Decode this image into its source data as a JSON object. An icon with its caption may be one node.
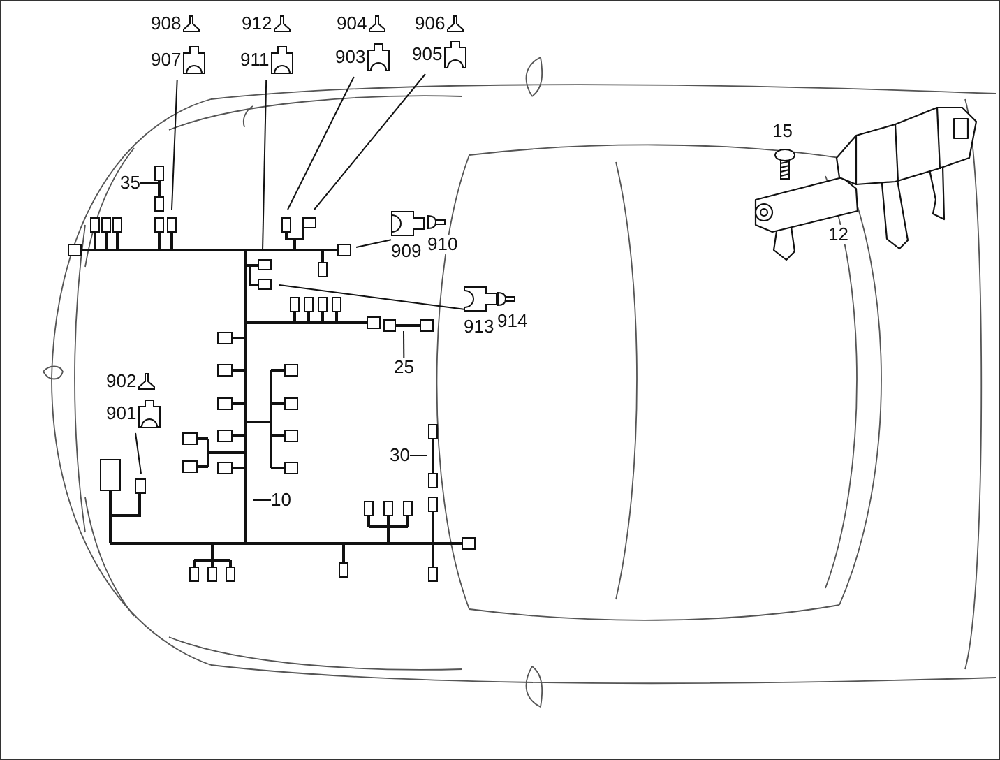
{
  "diagram": {
    "nodes": [
      {
        "text": [
          "908"
        ]
      },
      {
        "text": [
          "912"
        ]
      },
      {
        "text": [
          "904"
        ]
      },
      {
        "text": [
          "906"
        ]
      },
      {
        "text": [
          "907"
        ]
      },
      {
        "text": [
          "911"
        ]
      },
      {
        "text": [
          "903"
        ]
      },
      {
        "text": [
          "905"
        ]
      },
      {
        "text": [
          "35"
        ]
      },
      {
        "text": [
          "909"
        ]
      },
      {
        "text": [
          "910"
        ]
      },
      {
        "text": [
          "913"
        ]
      },
      {
        "text": [
          "914"
        ]
      },
      {
        "text": [
          "25"
        ]
      },
      {
        "text": [
          "902"
        ]
      },
      {
        "text": [
          "901"
        ]
      },
      {
        "text": [
          "30"
        ]
      },
      {
        "text": [
          "10"
        ]
      }
    ],
    "edges": [
      {
        "from": 4,
        "to": null,
        "arrow": "none"
      },
      {
        "from": 5,
        "to": null,
        "arrow": "none"
      },
      {
        "from": 6,
        "to": null,
        "arrow": "none"
      },
      {
        "from": 7,
        "to": null,
        "arrow": "none"
      },
      {
        "from": 8,
        "to": null,
        "arrow": "none"
      },
      {
        "from": 9,
        "to": null,
        "arrow": "none"
      },
      {
        "from": 11,
        "to": null,
        "arrow": "none"
      },
      {
        "from": 13,
        "to": null,
        "arrow": "none"
      },
      {
        "from": 15,
        "to": null,
        "arrow": "none"
      },
      {
        "from": 16,
        "to": null,
        "arrow": "none"
      },
      {
        "from": 17,
        "to": null,
        "arrow": "none"
      }
    ],
    "labels": [
      "15",
      "12"
    ]
  }
}
